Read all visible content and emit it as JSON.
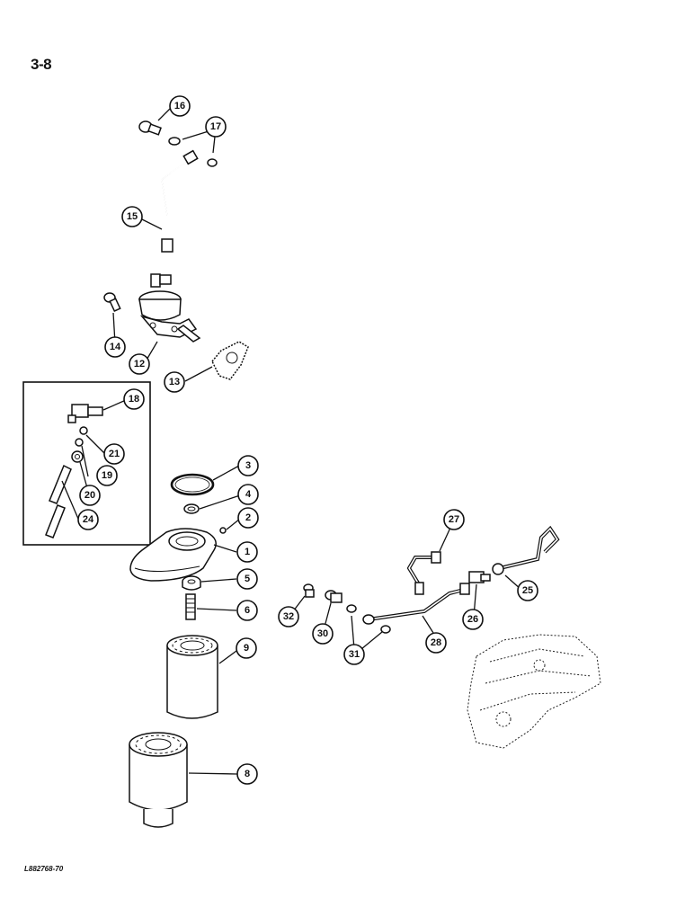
{
  "page": {
    "number": "3-8",
    "drawing_code": "L882768-70"
  },
  "callouts": [
    {
      "id": "c1",
      "label": "1"
    },
    {
      "id": "c2",
      "label": "2"
    },
    {
      "id": "c3",
      "label": "3"
    },
    {
      "id": "c4",
      "label": "4"
    },
    {
      "id": "c5",
      "label": "5"
    },
    {
      "id": "c6",
      "label": "6"
    },
    {
      "id": "c8",
      "label": "8"
    },
    {
      "id": "c9",
      "label": "9"
    },
    {
      "id": "c12",
      "label": "12"
    },
    {
      "id": "c13",
      "label": "13"
    },
    {
      "id": "c14",
      "label": "14"
    },
    {
      "id": "c15",
      "label": "15"
    },
    {
      "id": "c16",
      "label": "16"
    },
    {
      "id": "c17",
      "label": "17"
    },
    {
      "id": "c18",
      "label": "18"
    },
    {
      "id": "c19",
      "label": "19"
    },
    {
      "id": "c20",
      "label": "20"
    },
    {
      "id": "c21",
      "label": "21"
    },
    {
      "id": "c24",
      "label": "24"
    },
    {
      "id": "c25",
      "label": "25"
    },
    {
      "id": "c26",
      "label": "26"
    },
    {
      "id": "c27",
      "label": "27"
    },
    {
      "id": "c28",
      "label": "28"
    },
    {
      "id": "c30",
      "label": "30"
    },
    {
      "id": "c31",
      "label": "31"
    },
    {
      "id": "c32",
      "label": "32"
    }
  ]
}
